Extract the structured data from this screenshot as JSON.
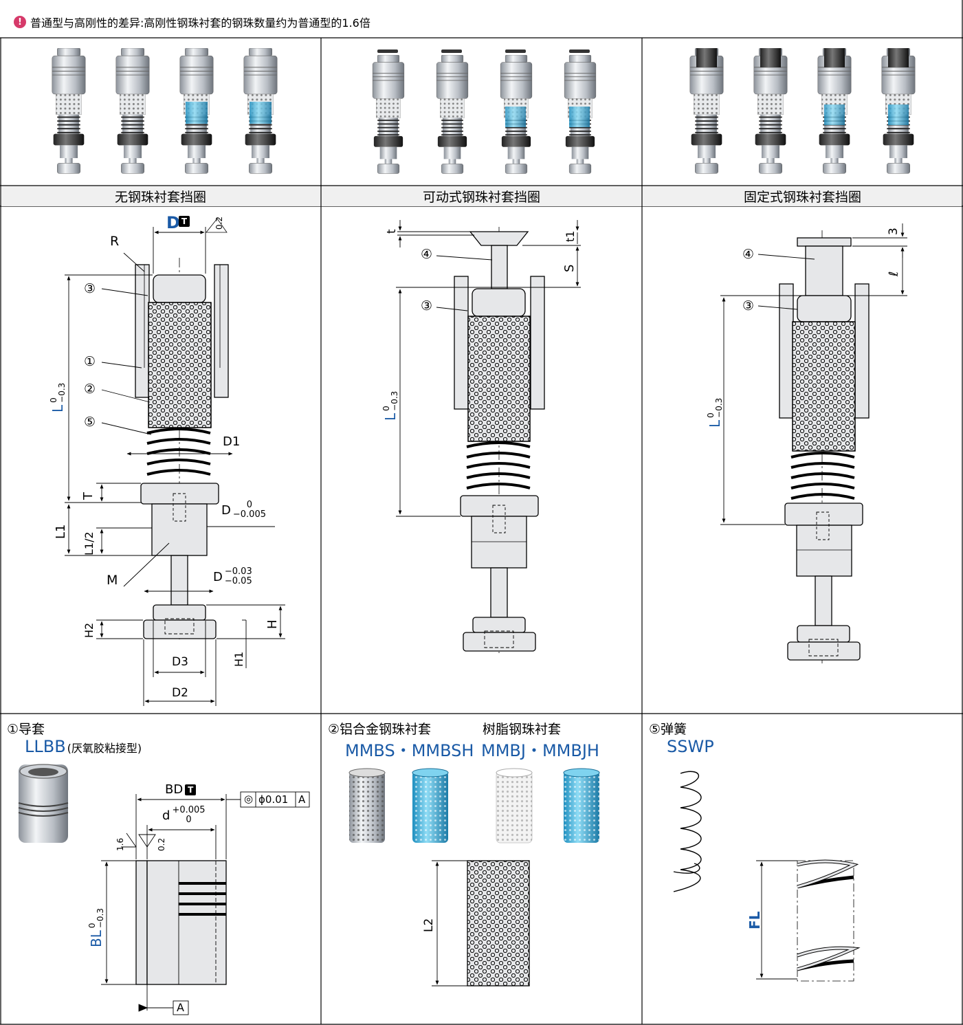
{
  "note": {
    "text": "普通型与高刚性的差异:高刚性钢珠衬套的钢珠数量约为普通型的1.6倍",
    "icon": "info-pin-icon"
  },
  "headers": [
    "无钢珠衬套挡圈",
    "可动式钢珠衬套挡圈",
    "固定式钢珠衬套挡圈"
  ],
  "col1_labels": {
    "D": "D",
    "T_badge": "T",
    "tol_02": "0.2",
    "R": "R",
    "c3": "③",
    "c1": "①",
    "c2": "②",
    "c5": "⑤",
    "L_dim": "L",
    "L_tol_top": "0",
    "L_tol_bot": "−0.3",
    "D1": "D1",
    "T": "T",
    "D_dim": "D",
    "D_tol_top": "0",
    "D_tol_bot": "−0.005",
    "L1": "L1",
    "L1_2": "L1/2",
    "M": "M",
    "D2_dim": "D",
    "D2_tol_top": "−0.03",
    "D2_tol_bot": "−0.05",
    "H2": "H2",
    "H": "H",
    "H1": "H1",
    "D3": "D3",
    "D2": "D2"
  },
  "col2_labels": {
    "t": "t",
    "t1": "t1",
    "S": "S",
    "c4": "④",
    "c3": "③",
    "L_dim": "L",
    "L_tol_top": "0",
    "L_tol_bot": "−0.3"
  },
  "col3_labels": {
    "three": "3",
    "ell": "ℓ",
    "c4": "④",
    "c3": "③",
    "L_dim": "L",
    "L_tol_top": "0",
    "L_tol_bot": "−0.3"
  },
  "parts": {
    "guide": {
      "title": "①导套",
      "code": "LLBB",
      "code_note": "(厌氧胶粘接型)",
      "BD": "BD",
      "T_badge": "T",
      "d_dim": "d",
      "d_tol_top": "+0.005",
      "d_tol_bot": "0",
      "rough": "1.6",
      "tol_02": "0.2",
      "frame_sym": "◎",
      "frame_val": "ϕ0.01",
      "frame_ref": "A",
      "BL": "BL",
      "BL_tol_top": "0",
      "BL_tol_bot": "−0.3",
      "datum": "A"
    },
    "bushing": {
      "title": "②铝合金钢珠衬套",
      "code": "MMBS・MMBSH",
      "title2": "树脂钢珠衬套",
      "code2": "MMBJ・MMBJH",
      "L2": "L2"
    },
    "spring": {
      "title": "⑤弹簧",
      "code": "SSWP",
      "FL": "FL"
    }
  },
  "colors": {
    "accent": "#1a5aa6",
    "header_bg": "#f0f0f0",
    "steel": "#c8ccd2",
    "blue_ball": "#3bb6e0"
  }
}
